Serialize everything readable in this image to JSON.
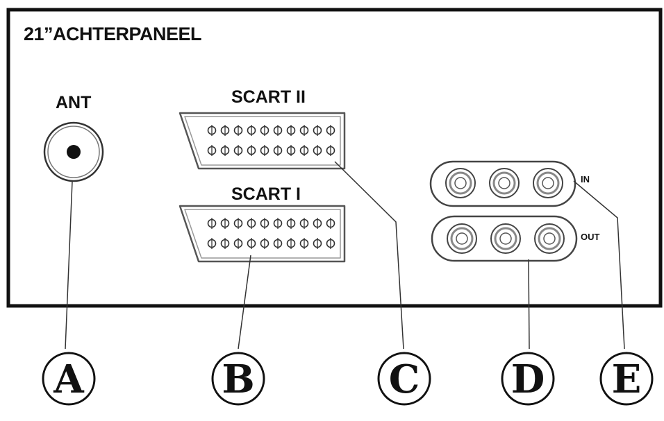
{
  "panel": {
    "title": "21”ACHTERPANEEL"
  },
  "connectors": {
    "ant_label": "ANT",
    "scart2_label": "SCART II",
    "scart1_label": "SCART I",
    "in_label": "IN",
    "out_label": "OUT"
  },
  "callouts": {
    "a": "A",
    "b": "B",
    "c": "C",
    "d": "D",
    "e": "E"
  }
}
